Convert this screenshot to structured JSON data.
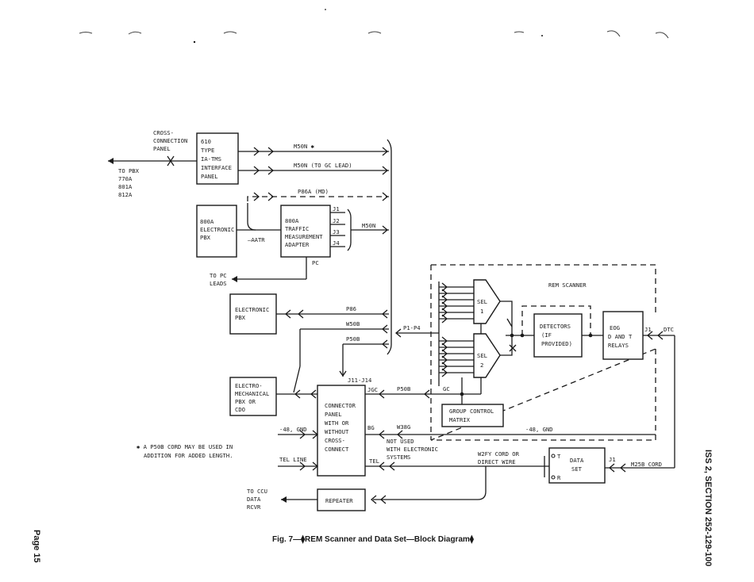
{
  "figure": {
    "caption": "Fig. 7—⧫REM Scanner and Data Set—Block Diagram⧫",
    "side_label": "ISS 2, SECTION 252-129-100",
    "page_label": "Page 15"
  },
  "blocks": {
    "cross_connection_panel": [
      "CROSS-",
      "CONNECTION",
      "PANEL"
    ],
    "to_pbx": [
      "TO PBX",
      "770A",
      "801A",
      "812A"
    ],
    "interface_panel": [
      "610",
      "TYPE",
      "IA-TMS",
      "INTERFACE",
      "PANEL"
    ],
    "pbx_800a": [
      "800A",
      "ELECTRONIC",
      "PBX"
    ],
    "adapter": [
      "800A",
      "TRAFFIC",
      "MEASUREMENT",
      "ADAPTER"
    ],
    "electronic_pbx": [
      "ELECTRONIC",
      "PBX"
    ],
    "electromechanical_pbx": [
      "ELECTRO-",
      "MECHANICAL",
      "PBX OR",
      "CDO"
    ],
    "connector_panel": [
      "CONNECTOR",
      "PANEL",
      "WITH OR",
      "WITHOUT",
      "CROSS-",
      "CONNECT"
    ],
    "rem_scanner": "REM SCANNER",
    "sel1": [
      "SEL",
      "1"
    ],
    "sel2": [
      "SEL",
      "2"
    ],
    "detectors": [
      "DETECTORS",
      "(IF",
      "PROVIDED)"
    ],
    "eog_relays": [
      "EOG",
      "D AND T",
      "RELAYS"
    ],
    "group_control": [
      "GROUP CONTROL",
      "MATRIX"
    ],
    "data_set": [
      "DATA",
      "SET"
    ],
    "repeater": "REPEATER",
    "to_ccu": [
      "TO CCU",
      "DATA",
      "RCVR"
    ],
    "to_pc_leads": [
      "TO PC",
      "LEADS"
    ]
  },
  "labels": {
    "m50n_star": "M50N ✱",
    "m50n_gc": "M50N (TO GC LEAD)",
    "p86a": "P86A (MD)",
    "aatr": "—AATR",
    "j1": "J1",
    "j2": "J2",
    "j3": "J3",
    "j4": "J4",
    "m50n": "M50N",
    "pc": "PC",
    "p86": "P86",
    "w50b": "W50B",
    "p50b": "P50B",
    "p1_p4": "P1-P4",
    "j11_j14": "J11-J14",
    "jgc": "JGC",
    "p50b_2": "P50B",
    "gc": "GC",
    "bg": "BG",
    "w38g": "W38G",
    "minus48_gnd_left": "-48, GND",
    "minus48_gnd_right": "-48, GND",
    "not_used": [
      "NOT USED",
      "WITH ELECTRONIC",
      "SYSTEMS"
    ],
    "tel_line": "TEL LINE",
    "tel": "TEL",
    "w2fy": [
      "W2FY CORD OR",
      "DIRECT WIRE"
    ],
    "t": "T",
    "r": "R",
    "j1_ds": "J1",
    "m25b": "M25B CORD",
    "j1_eog": "J1",
    "dtc": "DTC",
    "footnote": [
      "✱ A P50B CORD MAY BE USED IN",
      "ADDITION FOR ADDED LENGTH."
    ]
  }
}
